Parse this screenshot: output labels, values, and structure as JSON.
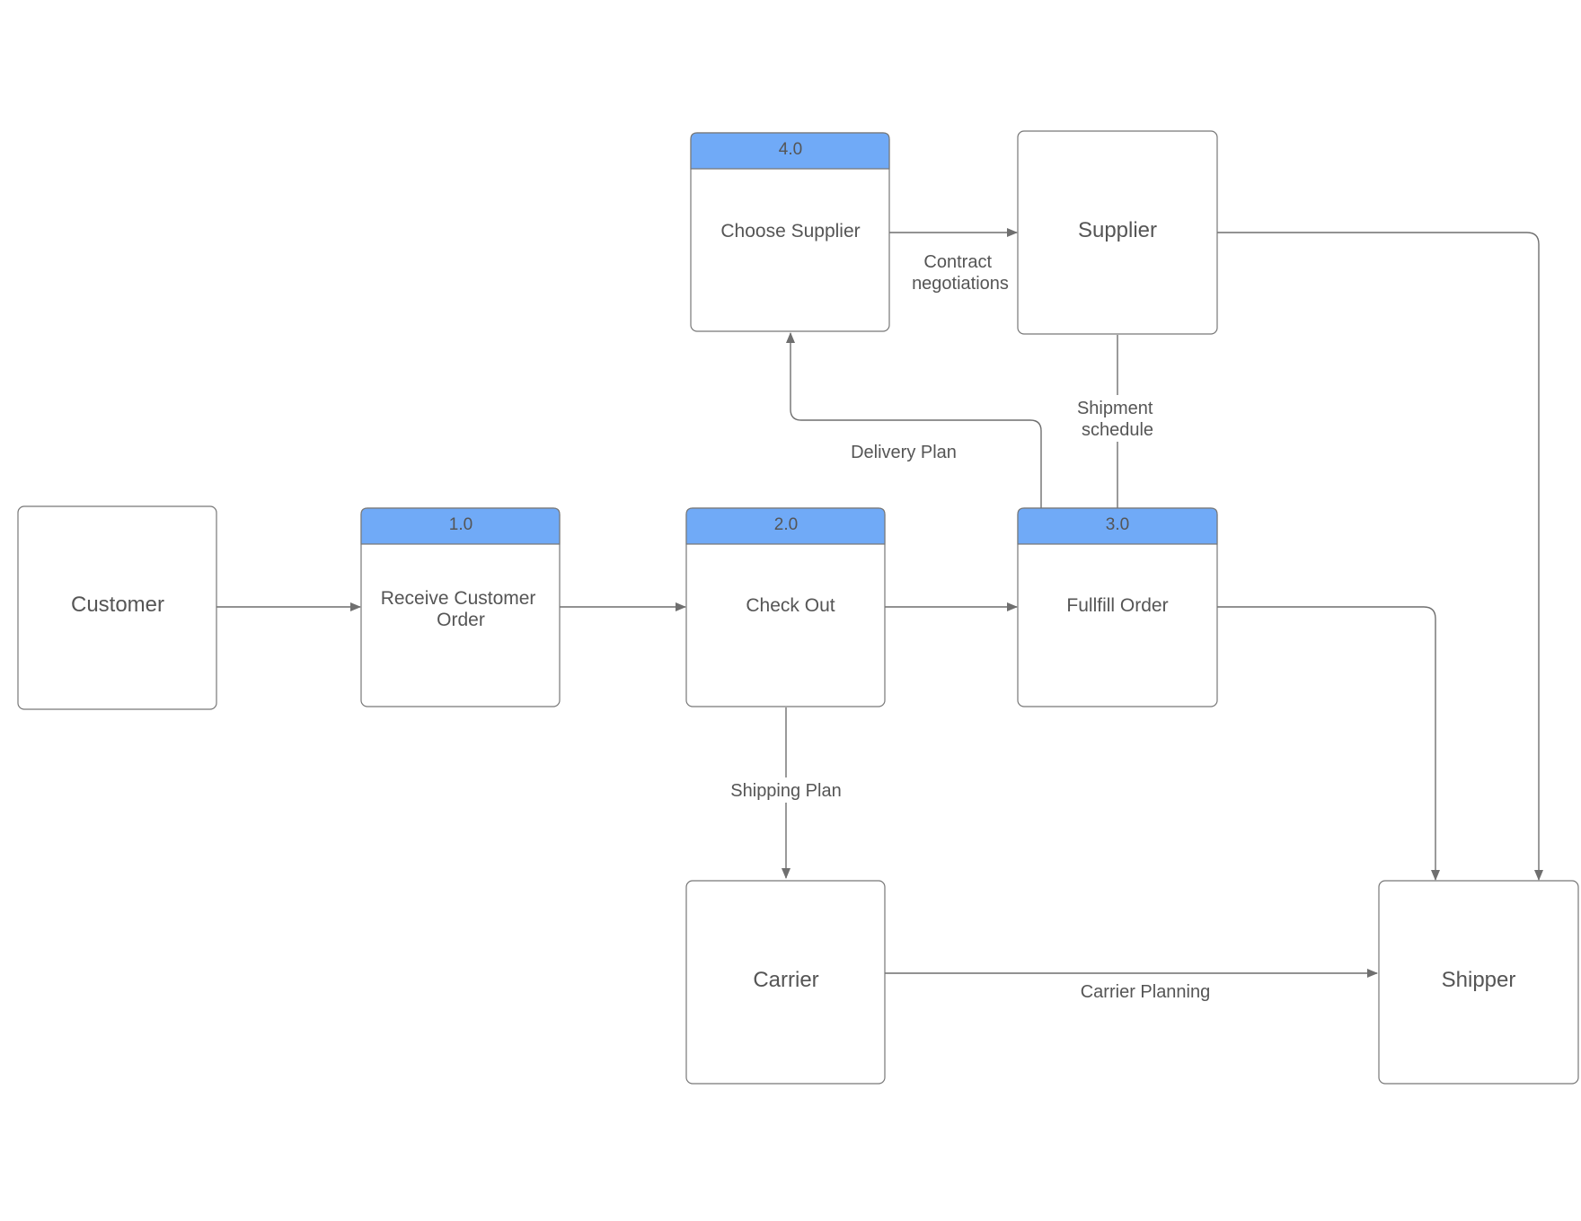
{
  "diagram": {
    "entities": {
      "customer": "Customer",
      "supplier": "Supplier",
      "carrier": "Carrier",
      "shipper": "Shipper"
    },
    "processes": {
      "p1": {
        "number": "1.0",
        "label_lines": [
          "Receive Customer",
          "Order"
        ]
      },
      "p2": {
        "number": "2.0",
        "label_lines": [
          "Check Out"
        ]
      },
      "p3": {
        "number": "3.0",
        "label_lines": [
          "Fullfill Order"
        ]
      },
      "p4": {
        "number": "4.0",
        "label_lines": [
          "Choose Supplier"
        ]
      }
    },
    "flows": {
      "contract": [
        "Contract",
        "negotiations"
      ],
      "shipment": [
        "Shipment",
        "schedule"
      ],
      "delivery": "Delivery Plan",
      "shipping": "Shipping Plan",
      "carrier_planning": "Carrier Planning"
    },
    "colors": {
      "process_header": "#70aaf7",
      "stroke": "#777777",
      "text": "#555555"
    }
  }
}
